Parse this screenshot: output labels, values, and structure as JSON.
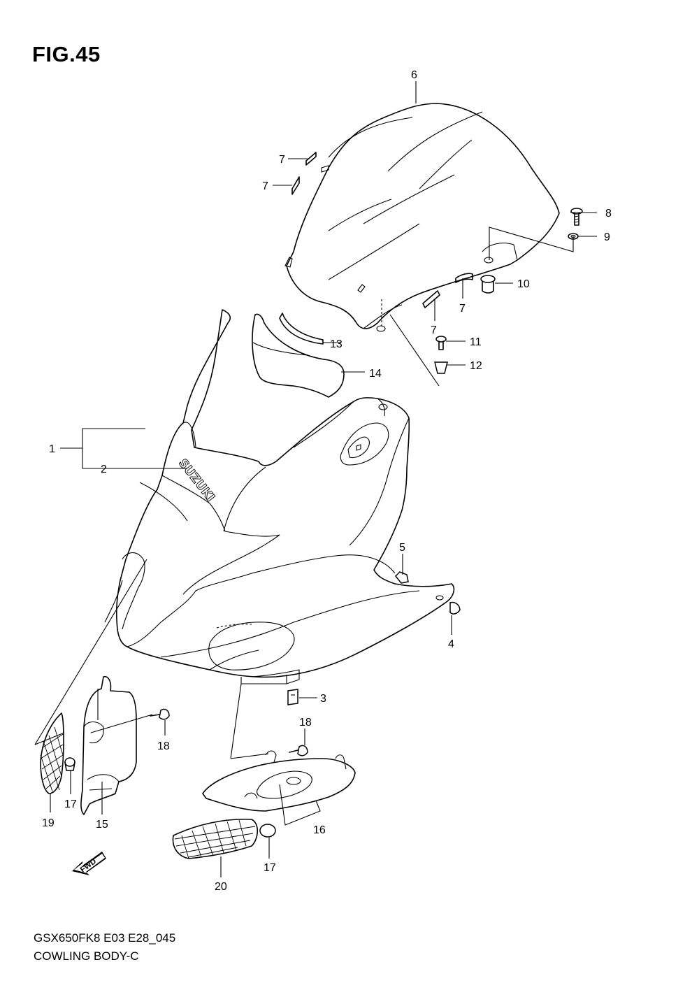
{
  "figure": {
    "title": "FIG.45",
    "model_code": "GSX650FK8 E03 E28_045",
    "section_name": "COWLING BODY-C",
    "logo_text": "SUZUKI",
    "fwd_label": "FWD"
  },
  "callouts": [
    "1",
    "2",
    "3",
    "4",
    "5",
    "6",
    "7",
    "7",
    "7",
    "7",
    "8",
    "9",
    "10",
    "11",
    "12",
    "13",
    "14",
    "15",
    "16",
    "17",
    "17",
    "18",
    "18",
    "19",
    "20"
  ]
}
